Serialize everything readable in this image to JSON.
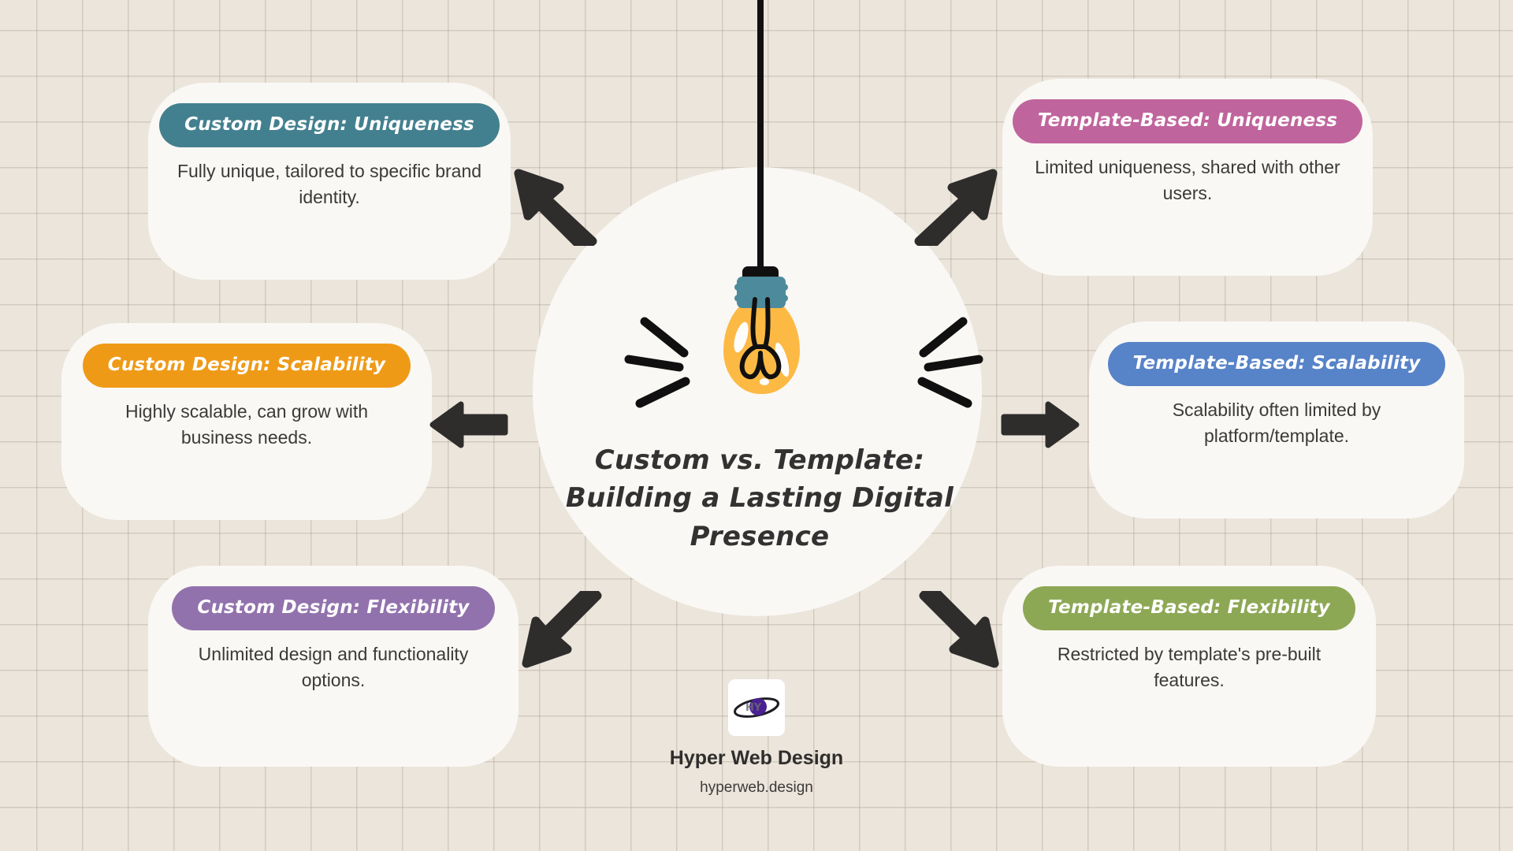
{
  "theme": {
    "background": "#ece5dc",
    "grid_line": "#aa9e90",
    "card_bg": "#faf8f4",
    "text_dark": "#3b3a38",
    "arrow_color": "#2e2d2b",
    "bulb_glass": "#fcb944",
    "bulb_cap": "#4d8b9c",
    "cord": "#111010"
  },
  "center": {
    "title_lines": [
      "Custom vs. Template:",
      "Building a Lasting Digital",
      "Presence"
    ],
    "icon": "hanging-lightbulb-icon"
  },
  "cards": {
    "custom_uniqueness": {
      "badge": "Custom Design: Uniqueness",
      "badge_color": "#43808f",
      "description": "Fully unique, tailored to specific brand identity."
    },
    "custom_scalability": {
      "badge": "Custom Design: Scalability",
      "badge_color": "#ef9a17",
      "description": "Highly scalable, can grow with business needs."
    },
    "custom_flexibility": {
      "badge": "Custom Design: Flexibility",
      "badge_color": "#9272ad",
      "description": "Unlimited design and functionality options."
    },
    "template_uniqueness": {
      "badge": "Template-Based: Uniqueness",
      "badge_color": "#c0649d",
      "description": "Limited uniqueness, shared with other users."
    },
    "template_scalability": {
      "badge": "Template-Based: Scalability",
      "badge_color": "#5783c8",
      "description": "Scalability often limited by platform/template."
    },
    "template_flexibility": {
      "badge": "Template-Based: Flexibility",
      "badge_color": "#8da855",
      "description": "Restricted by template's pre-built features."
    }
  },
  "arrows": [
    {
      "name": "arrow-to-custom-uniqueness",
      "direction": "up-left"
    },
    {
      "name": "arrow-to-custom-scalability",
      "direction": "left"
    },
    {
      "name": "arrow-to-custom-flexibility",
      "direction": "down-left"
    },
    {
      "name": "arrow-to-template-uniqueness",
      "direction": "up-right"
    },
    {
      "name": "arrow-to-template-scalability",
      "direction": "right"
    },
    {
      "name": "arrow-to-template-flexibility",
      "direction": "down-right"
    }
  ],
  "footer": {
    "logo": "hyper-web-design-logo",
    "brand_name": "Hyper Web Design",
    "url": "hyperweb.design"
  }
}
